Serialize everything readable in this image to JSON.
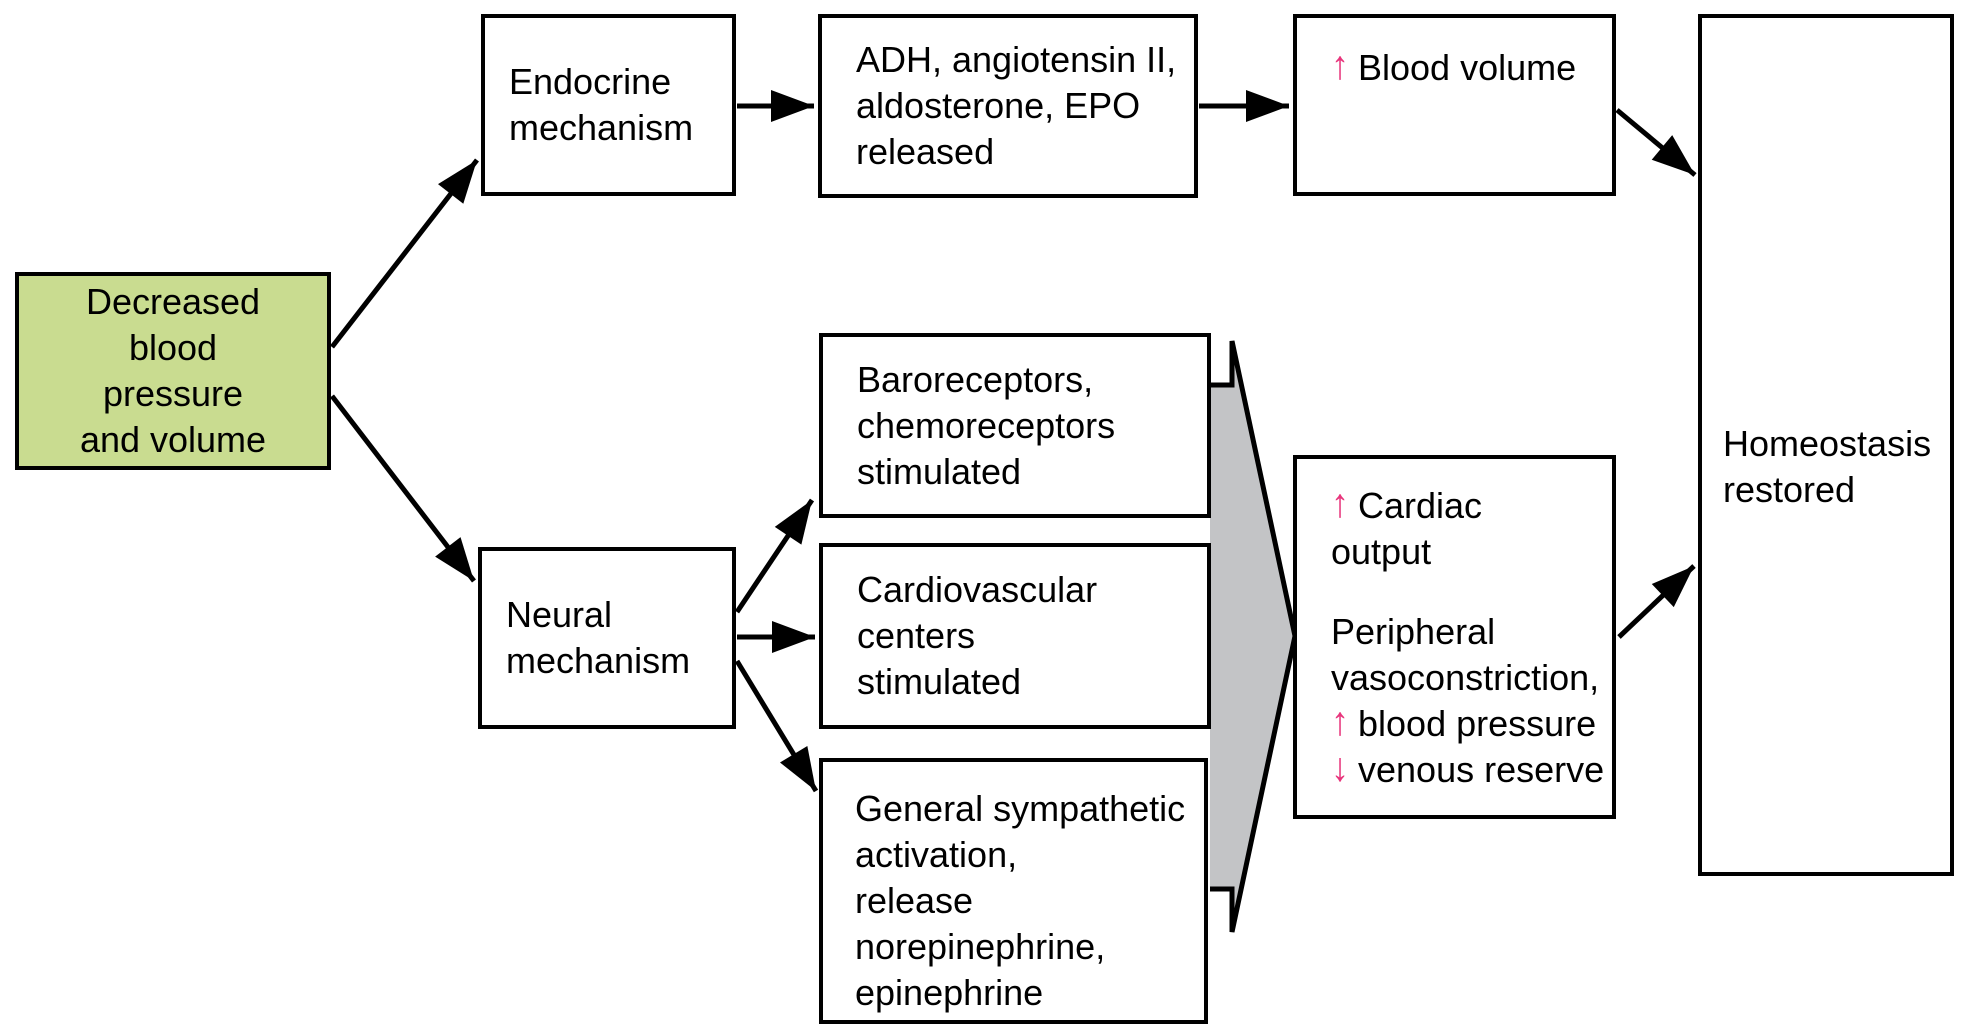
{
  "figure": {
    "type": "flowchart",
    "topic": "Responses to decreased blood pressure and volume"
  },
  "colors": {
    "start_box_fill": "#c9dc90",
    "highlight_pink": "#e8357c",
    "block_arrow_gray": "#c3c4c6",
    "outline_black": "#000000"
  },
  "symbols": {
    "up_arrow": "↑",
    "down_arrow": "↓"
  },
  "boxes": {
    "start": {
      "lines": [
        "Decreased",
        "blood",
        "pressure",
        "and volume"
      ]
    },
    "endocrine": {
      "lines": [
        "Endocrine",
        "mechanism"
      ]
    },
    "adh": {
      "lines": [
        "ADH, angiotensin II,",
        "aldosterone, EPO",
        "released"
      ]
    },
    "blood_volume": {
      "prefix": "↑",
      "text": "Blood volume"
    },
    "homeostasis": {
      "lines": [
        "Homeostasis",
        "restored"
      ]
    },
    "neural": {
      "lines": [
        "Neural",
        "mechanism"
      ]
    },
    "baroreceptors": {
      "lines": [
        "Baroreceptors,",
        "chemoreceptors",
        "stimulated"
      ]
    },
    "cardiovascular": {
      "lines": [
        "Cardiovascular",
        "centers",
        "stimulated"
      ]
    },
    "sympathetic": {
      "lines": [
        "General sympathetic",
        "activation,",
        "release",
        "norepinephrine,",
        "epinephrine"
      ]
    },
    "cardiac": {
      "para1": [
        {
          "prefix": "↑",
          "text": "Cardiac"
        },
        {
          "prefix": "",
          "text": "output"
        }
      ],
      "para2": [
        {
          "prefix": "",
          "text": "Peripheral"
        },
        {
          "prefix": "",
          "text": "vasoconstriction,"
        },
        {
          "prefix": "↑",
          "text": "blood pressure"
        },
        {
          "prefix": "↓",
          "text": "venous reserve"
        }
      ]
    }
  }
}
